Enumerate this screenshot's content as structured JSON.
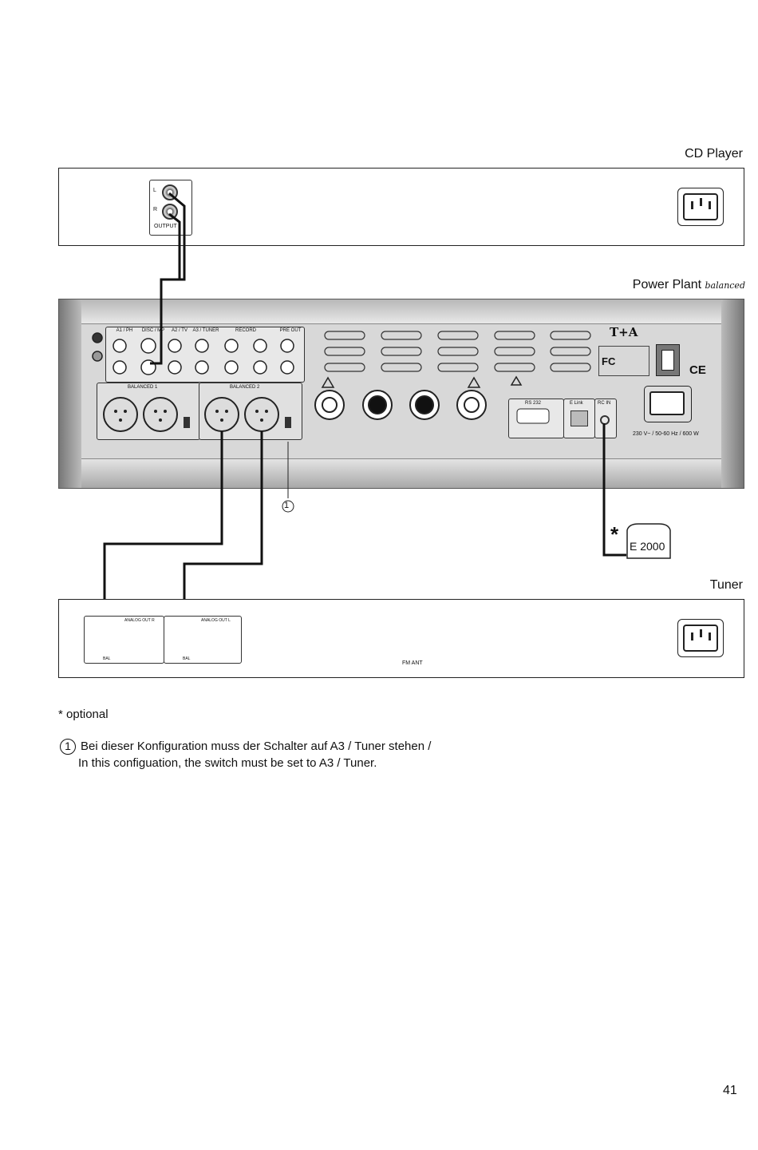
{
  "devices": {
    "cd_player": {
      "title": "CD Player",
      "output_label": "OUTPUT",
      "ch_left": "L",
      "ch_right": "R"
    },
    "power_plant": {
      "title": "Power Plant",
      "title_suffix": "balanced",
      "brand": "T+A",
      "inputs": [
        "A1 / PH",
        "DISC / MP",
        "A2 / TV",
        "A3 / TUNER",
        "RECORD",
        "PRE OUT"
      ],
      "balanced_1": "BALANCED 1",
      "balanced_2": "BALANCED 2",
      "rs232": "RS 232",
      "elink": "E Link",
      "rc_in": "RC IN",
      "power_rating": "230 V~ / 50-60 Hz / 600 W",
      "ce_mark": "CE",
      "fc_mark": "FC"
    },
    "tuner": {
      "title": "Tuner",
      "analog_out_r": "ANALOG OUT R",
      "analog_out_l": "ANALOG OUT L",
      "bal": "BAL",
      "fm_ant": "FM ANT"
    },
    "remote": {
      "label": "E 2000",
      "asterisk": "*"
    }
  },
  "callout": "1",
  "notes": {
    "optional": "* optional",
    "switch_note_de": "Bei dieser Konfiguration muss der Schalter auf A3 / Tuner stehen  /",
    "switch_note_en": "In this configuation, the switch must be set to A3 / Tuner."
  },
  "page_number": "41"
}
